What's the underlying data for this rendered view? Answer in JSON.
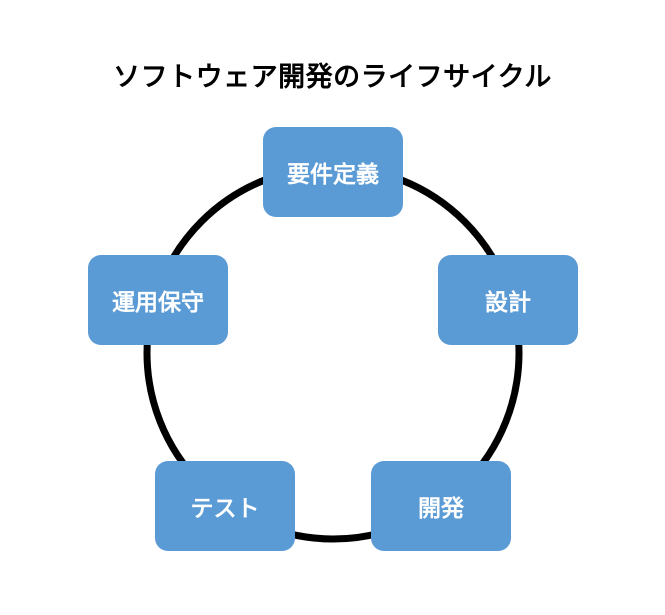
{
  "title": "ソフトウェア開発のライフサイクル",
  "colors": {
    "box_fill": "#5b9bd5",
    "box_text": "#ffffff",
    "cycle_line": "#000000",
    "title_text": "#000000"
  },
  "stages": [
    {
      "label": "要件定義"
    },
    {
      "label": "設計"
    },
    {
      "label": "開発"
    },
    {
      "label": "テスト"
    },
    {
      "label": "運用保守"
    }
  ]
}
